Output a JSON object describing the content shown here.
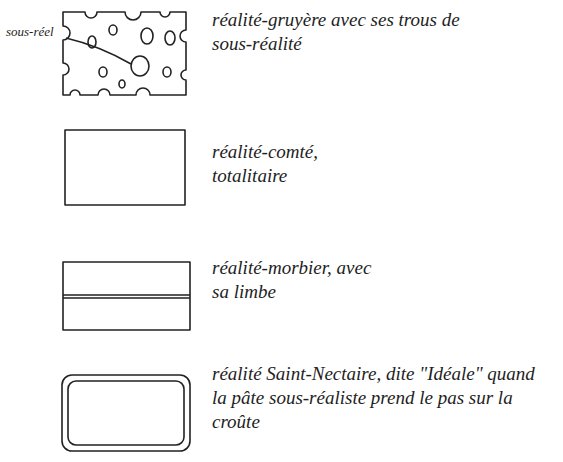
{
  "diagram": {
    "labels": [
      "sous-réel",
      "réalité-gruyère avec ses trous de sous-réalité",
      "réalité-comté, totalitaire",
      "réalité-morbier, avec sa limbe",
      "réalité Saint-Nectaire, dite \"Idéale\" quand la pâte sous-réaliste prend le pas sur la croûte"
    ]
  }
}
